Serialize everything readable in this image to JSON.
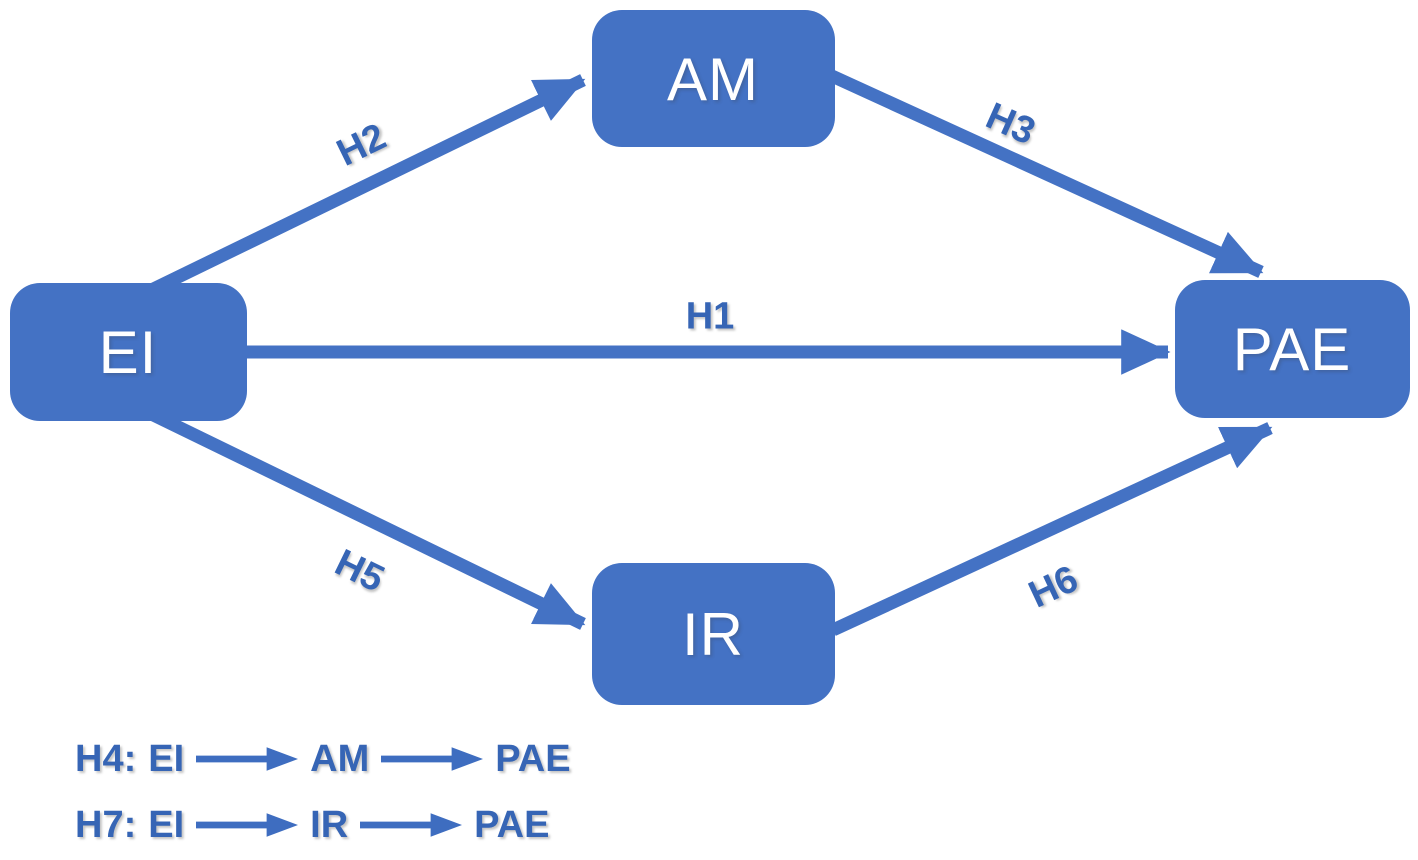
{
  "figure": {
    "type": "hypothesis-path-diagram",
    "background_color": "#ffffff",
    "shape_color": "#4472C4",
    "edge_label_color": "#3665B5",
    "node_text_color": "#ffffff"
  },
  "nodes": [
    {
      "id": "EI",
      "label": "EI"
    },
    {
      "id": "AM",
      "label": "AM"
    },
    {
      "id": "IR",
      "label": "IR"
    },
    {
      "id": "PAE",
      "label": "PAE"
    }
  ],
  "edges": [
    {
      "label": "H1",
      "from": "EI",
      "to": "PAE"
    },
    {
      "label": "H2",
      "from": "EI",
      "to": "AM"
    },
    {
      "label": "H3",
      "from": "AM",
      "to": "PAE"
    },
    {
      "label": "H5",
      "from": "EI",
      "to": "IR"
    },
    {
      "label": "H6",
      "from": "IR",
      "to": "PAE"
    }
  ],
  "legend": {
    "rows": [
      {
        "hypothesis": "H4:",
        "node1": "EI",
        "node2": "AM",
        "node3": "PAE"
      },
      {
        "hypothesis": "H7:",
        "node1": "EI",
        "node2": "IR",
        "node3": "PAE"
      }
    ]
  }
}
